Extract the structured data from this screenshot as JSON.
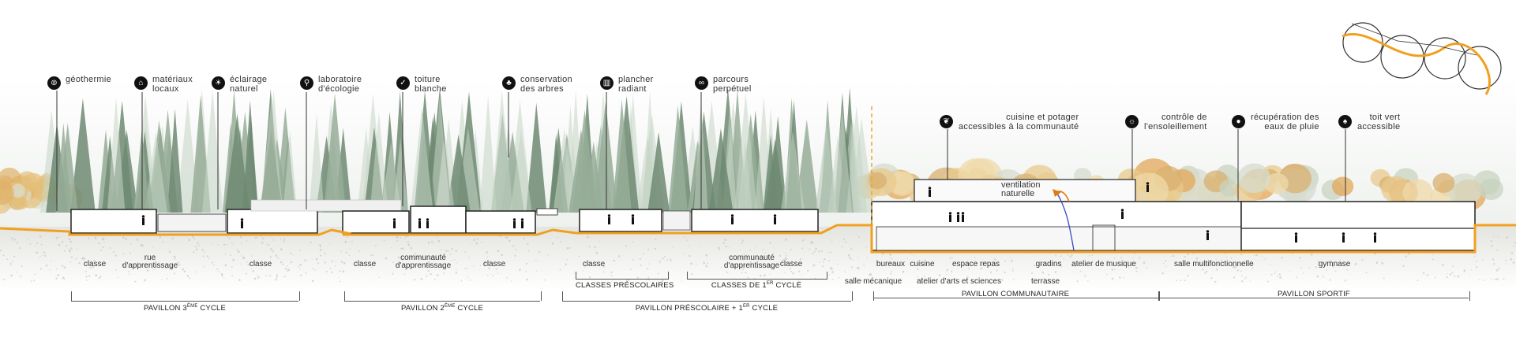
{
  "features_left": [
    {
      "icon": "geothermal-icon",
      "glyph": "⊚",
      "lines": [
        "géothermie"
      ]
    },
    {
      "icon": "local-materials-icon",
      "glyph": "⌂",
      "lines": [
        "matériaux",
        "locaux"
      ]
    },
    {
      "icon": "natural-light-icon",
      "glyph": "☀",
      "lines": [
        "éclairage",
        "naturel"
      ]
    },
    {
      "icon": "ecology-lab-icon",
      "glyph": "⚲",
      "lines": [
        "laboratoire",
        "d'écologie"
      ]
    },
    {
      "icon": "white-roof-icon",
      "glyph": "✓",
      "lines": [
        "toiture",
        "blanche"
      ]
    },
    {
      "icon": "tree-conservation-icon",
      "glyph": "♣",
      "lines": [
        "conservation",
        "des arbres"
      ]
    },
    {
      "icon": "radiant-floor-icon",
      "glyph": "▥",
      "lines": [
        "plancher",
        "radiant"
      ]
    },
    {
      "icon": "perpetual-path-icon",
      "glyph": "∞",
      "lines": [
        "parcours",
        "perpétuel"
      ]
    }
  ],
  "features_right": [
    {
      "icon": "community-garden-icon",
      "glyph": "❦",
      "lines": [
        "cuisine et potager",
        "accessibles à la communauté"
      ]
    },
    {
      "icon": "sun-control-icon",
      "glyph": "☼",
      "lines": [
        "contrôle de",
        "l'ensoleillement"
      ]
    },
    {
      "icon": "rainwater-icon",
      "glyph": "●",
      "lines": [
        "récupération des",
        "eaux de pluie"
      ]
    },
    {
      "icon": "green-roof-icon",
      "glyph": "♠",
      "lines": [
        "toit vert",
        "accessible"
      ]
    }
  ],
  "ventilation": [
    "ventilation",
    "naturelle"
  ],
  "rooms_left": [
    "classe",
    "rue",
    "d'apprentissage",
    "classe",
    "classe",
    "communauté",
    "d'apprentissage",
    "classe",
    "classe",
    "communauté",
    "d'apprentissage",
    "classe"
  ],
  "rooms_right": [
    "bureaux",
    "cuisine",
    "espace repas",
    "gradins",
    "atelier de musique",
    "salle multifonctionnelle",
    "gymnase",
    "salle mécanique",
    "atelier d'arts et sciences",
    "terrasse"
  ],
  "sub_groups": {
    "preschool": "CLASSES PRÉSCOLAIRES",
    "first_cycle": "CLASSES DE 1",
    "first_cycle_sup": "ER",
    "first_cycle_end": " CYCLE"
  },
  "pavilions": {
    "third": "PAVILLON 3",
    "third_sup": "ÈME",
    "third_end": " CYCLE",
    "second": "PAVILLON 2",
    "second_sup": "ÈME",
    "second_end": " CYCLE",
    "preschool": "PAVILLON PRÉSCOLAIRE + 1",
    "preschool_sup": "ER",
    "preschool_end": " CYCLE",
    "community": "PAVILLON COMMUNAUTAIRE",
    "sport": "PAVILLON SPORTIF"
  },
  "colors": {
    "ground_line": "#f0a020",
    "tree_dark": "#6f8a72",
    "tree_light": "#c3d3c3",
    "autumn": "#e3b063",
    "building": "#222222"
  }
}
